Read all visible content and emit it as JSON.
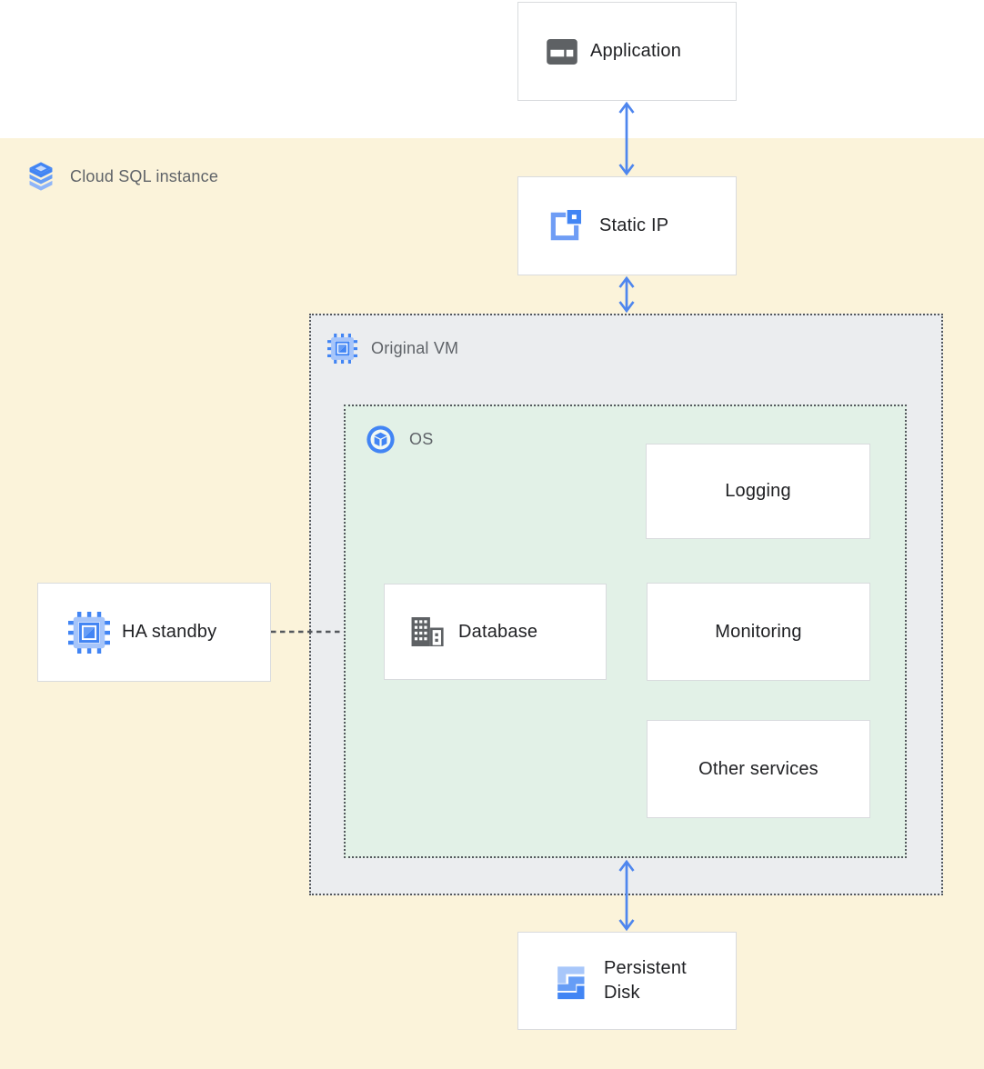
{
  "regions": {
    "cloud_sql": {
      "label": "Cloud SQL instance",
      "icon": "cloud-sql-icon",
      "bg": "#FBF3DA"
    },
    "original_vm": {
      "label": "Original VM",
      "icon": "compute-engine-icon",
      "bg": "#EBEDEF"
    },
    "os": {
      "label": "OS",
      "icon": "os-icon",
      "bg": "#E2F1E7"
    }
  },
  "nodes": {
    "application": {
      "label": "Application",
      "icon": "application-window-icon"
    },
    "static_ip": {
      "label": "Static IP",
      "icon": "external-ip-icon"
    },
    "ha_standby": {
      "label": "HA standby",
      "icon": "compute-engine-icon"
    },
    "database": {
      "label": "Database",
      "icon": "database-building-icon"
    },
    "logging": {
      "label": "Logging"
    },
    "monitoring": {
      "label": "Monitoring"
    },
    "other_services": {
      "label": "Other services"
    },
    "persistent_disk": {
      "label": "Persistent Disk",
      "icon": "persistent-disk-icon"
    }
  },
  "connections": [
    {
      "from": "application",
      "to": "static_ip",
      "style": "double-headed-arrow"
    },
    {
      "from": "static_ip",
      "to": "original_vm",
      "style": "double-headed-arrow"
    },
    {
      "from": "os",
      "to": "persistent_disk",
      "style": "double-headed-arrow"
    },
    {
      "from": "ha_standby",
      "to": "os",
      "style": "dashed-line"
    }
  ],
  "colors": {
    "arrow_blue": "#4E86EE",
    "dashed_border": "#54585D",
    "node_border": "#D9DBDE",
    "node_text": "#202124",
    "region_text": "#5F6368",
    "icon_gray": "#5E6164",
    "blue_dark": "#4285F4",
    "blue_mid": "#669DF6",
    "blue_light": "#A8C7FA"
  }
}
